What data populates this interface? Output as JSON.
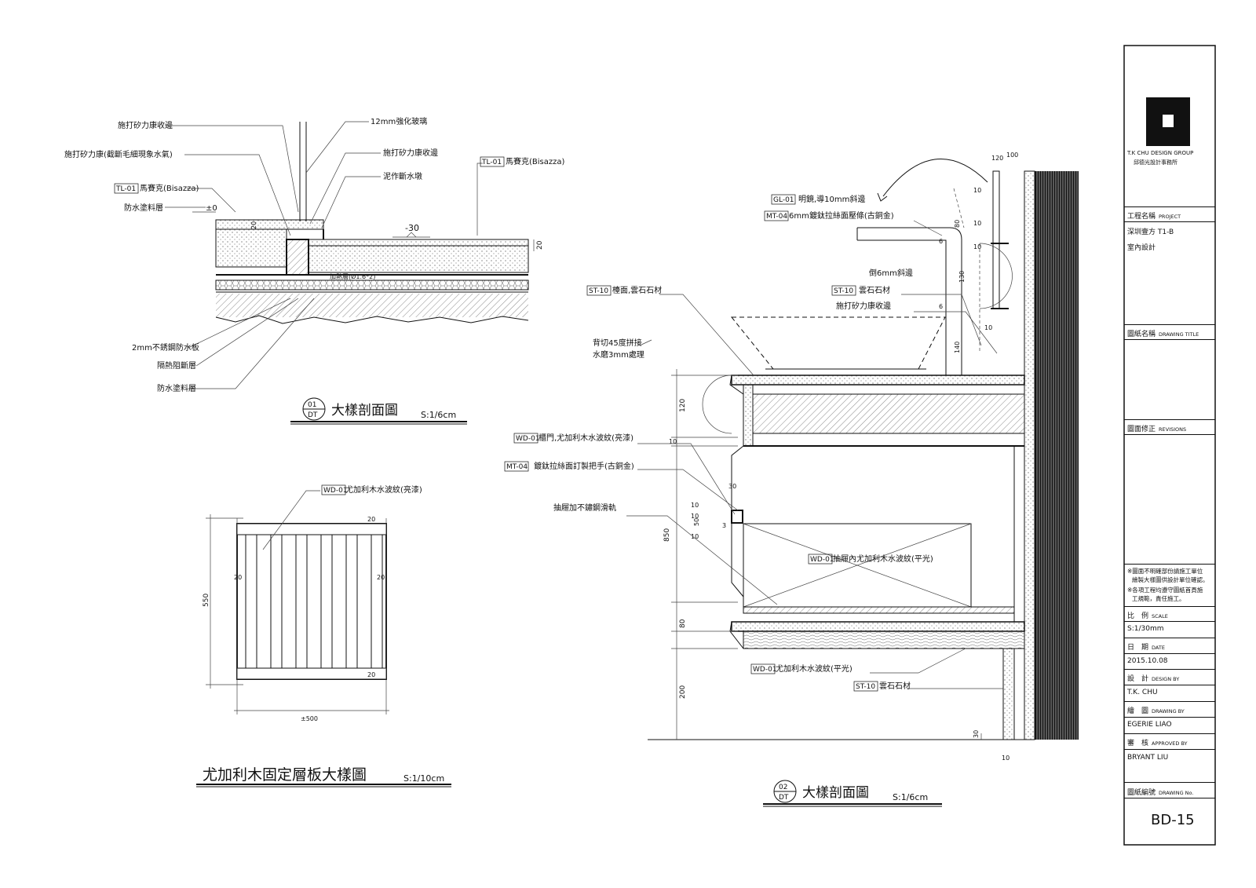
{
  "detail1": {
    "num_top": "01",
    "num_bot": "DT",
    "title": "大樣剖面圖",
    "scale": "S:1/6cm",
    "labels": [
      "施打矽力康收邊",
      "施打矽力康(截斷毛細現象水氣)",
      "馬賽克(Bisazza)",
      "防水塗料層",
      "12mm強化玻璃",
      "施打矽力康收邊",
      "泥作斷水墩",
      "馬賽克(Bisazza)",
      "2mm不銹鋼防水板",
      "隔熱阻斷層",
      "防水塗料層",
      "加熱層(Ø1.6*2)"
    ],
    "tag_tl": "TL-01",
    "level_0": "±0",
    "level_30": "-30",
    "dim_20": "20",
    "dim_20b": "20"
  },
  "panel": {
    "title": "尤加利木固定層板大樣圖",
    "scale": "S:1/10cm",
    "tag": "WD-01",
    "label": "尤加利木水波紋(亮漆)",
    "dim_h": "550",
    "dim_w": "±500",
    "dim_20": "20"
  },
  "detail2": {
    "num_top": "02",
    "num_bot": "DT",
    "title": "大樣剖面圖",
    "scale": "S:1/6cm",
    "tags": {
      "gl": "GL-01",
      "mt": "MT-04",
      "st": "ST-10",
      "wd": "WD-01"
    },
    "labels": {
      "mirror": "明鏡,導10mm斜邊",
      "strip": "6mm鍍鈦拉絲面壓條(古銅金)",
      "bevel": "倒6mm斜邊",
      "stone": "雲石石材",
      "silicone": "施打矽力康收邊",
      "counter": "檯面,雲石石材",
      "miter1": "背切45度拼接",
      "miter2": "水磨3mm處理",
      "door": "櫃門,尤加利木水波紋(亮漆)",
      "handle": "鍍鈦拉絲面訂製把手(古銅金)",
      "slide": "抽屜加不鏽鋼滑軌",
      "drawer": "抽屜內尤加利木水波紋(平光)",
      "base_wd": "尤加利木水波紋(平光)",
      "base_st": "雲石石材"
    },
    "dims": [
      "120",
      "100",
      "10",
      "10",
      "80",
      "6",
      "10",
      "130",
      "6",
      "10",
      "140",
      "120",
      "10",
      "30",
      "10",
      "10",
      "50",
      "3",
      "10",
      "850",
      "80",
      "200",
      "30",
      "10"
    ]
  },
  "titleblock": {
    "company_en": "T.K CHU DESIGN GROUP",
    "company_cn": "邱德光設計事務所",
    "project_label": "工程名稱",
    "project_label_en": "PROJECT",
    "project_line1": "深圳壹方 T1-B",
    "project_line2": "室內設計",
    "drawing_label": "圖紙名稱",
    "drawing_label_en": "DRAWING TITLE",
    "rev_label": "圖面修正",
    "rev_label_en": "REVISIONS",
    "note1a": "※圖面不明確部份請施工單位",
    "note1b": "繪製大樣圖供設計單位確認。",
    "note2a": "※各項工程均遵守圖紙首頁施",
    "note2b": "工規範，責任施工。",
    "scale_label": "比　例",
    "scale_label_en": "SCALE",
    "scale_val": "S:1/30mm",
    "date_label": "日　期",
    "date_label_en": "DATE",
    "date_val": "2015.10.08",
    "design_label": "設　計",
    "design_label_en": "DESIGN BY",
    "design_val": "T.K. CHU",
    "drawn_label": "繪　圖",
    "drawn_label_en": "DRAWING BY",
    "drawn_val": "EGERIE LIAO",
    "approved_label": "審　核",
    "approved_label_en": "APPROVED BY",
    "approved_val": "BRYANT LIU",
    "no_label": "圖紙編號",
    "no_label_en": "DRAWING No.",
    "no_val": "BD-15"
  }
}
